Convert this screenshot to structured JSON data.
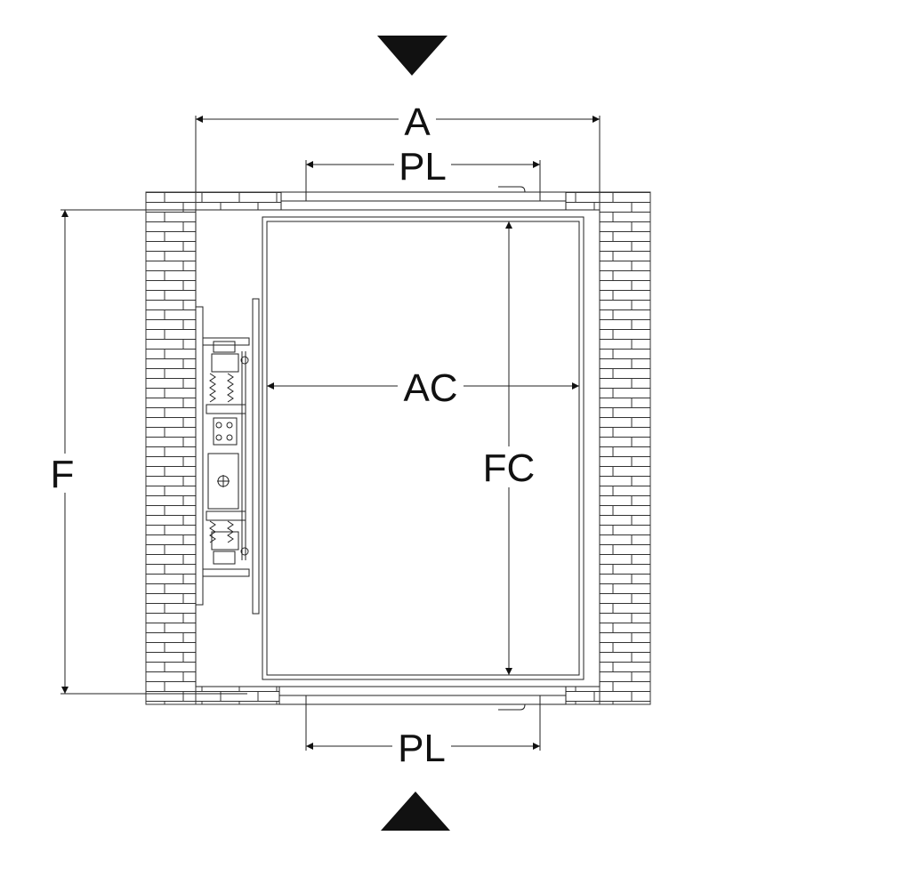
{
  "drawing": {
    "labels": {
      "a": "A",
      "pl_top": "PL",
      "pl_bottom": "PL",
      "ac": "AC",
      "fc": "FC",
      "f": "F"
    },
    "colors": {
      "line": "#222222",
      "fill": "#111111",
      "background": "#ffffff"
    },
    "arrow_icons": [
      "entrance-arrow-down-icon",
      "entrance-arrow-up-icon"
    ]
  }
}
